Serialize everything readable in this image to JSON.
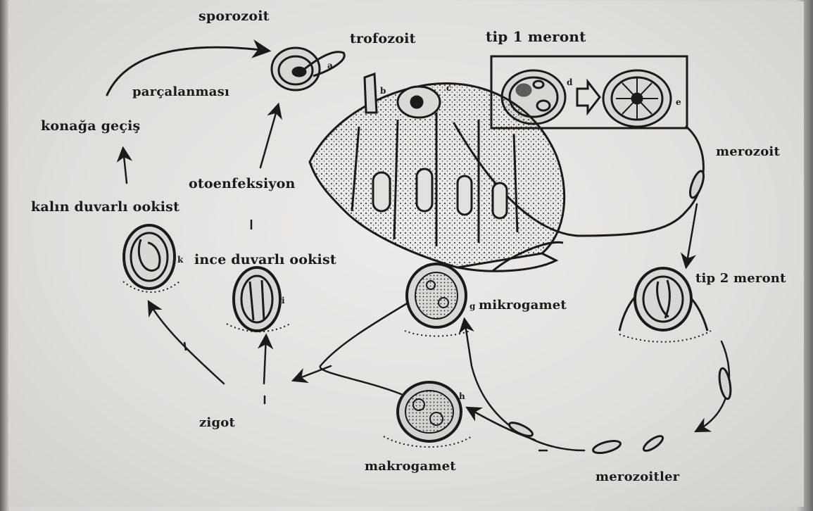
{
  "labels": {
    "sporozoit": "sporozoit",
    "trofozoit": "trofozoit",
    "tip1_meront": "tip 1 meront",
    "parcalanmasi": "parçalanması",
    "konaga_gecis": "konağa geçiş",
    "otoenfeksiyon": "otoenfeksiyon",
    "merozoit": "merozoit",
    "kalin_duvarli_ookist": "kalın duvarlı ookist",
    "ince_duvarli_ookist": "ince duvarlı ookist",
    "tip2_meront": "tip 2 meront",
    "mikrogamet": "mikrogamet",
    "zigot": "zigot",
    "makrogamet": "makrogamet",
    "merozoitler": "merozoitler"
  },
  "stage_letters": {
    "a": "a",
    "b": "b",
    "c": "c",
    "d": "d",
    "e": "e",
    "g": "g",
    "h": "h",
    "i": "i",
    "k": "k"
  },
  "colors": {
    "ink": "#1a1a1a",
    "paper": "#e2e0dd"
  }
}
